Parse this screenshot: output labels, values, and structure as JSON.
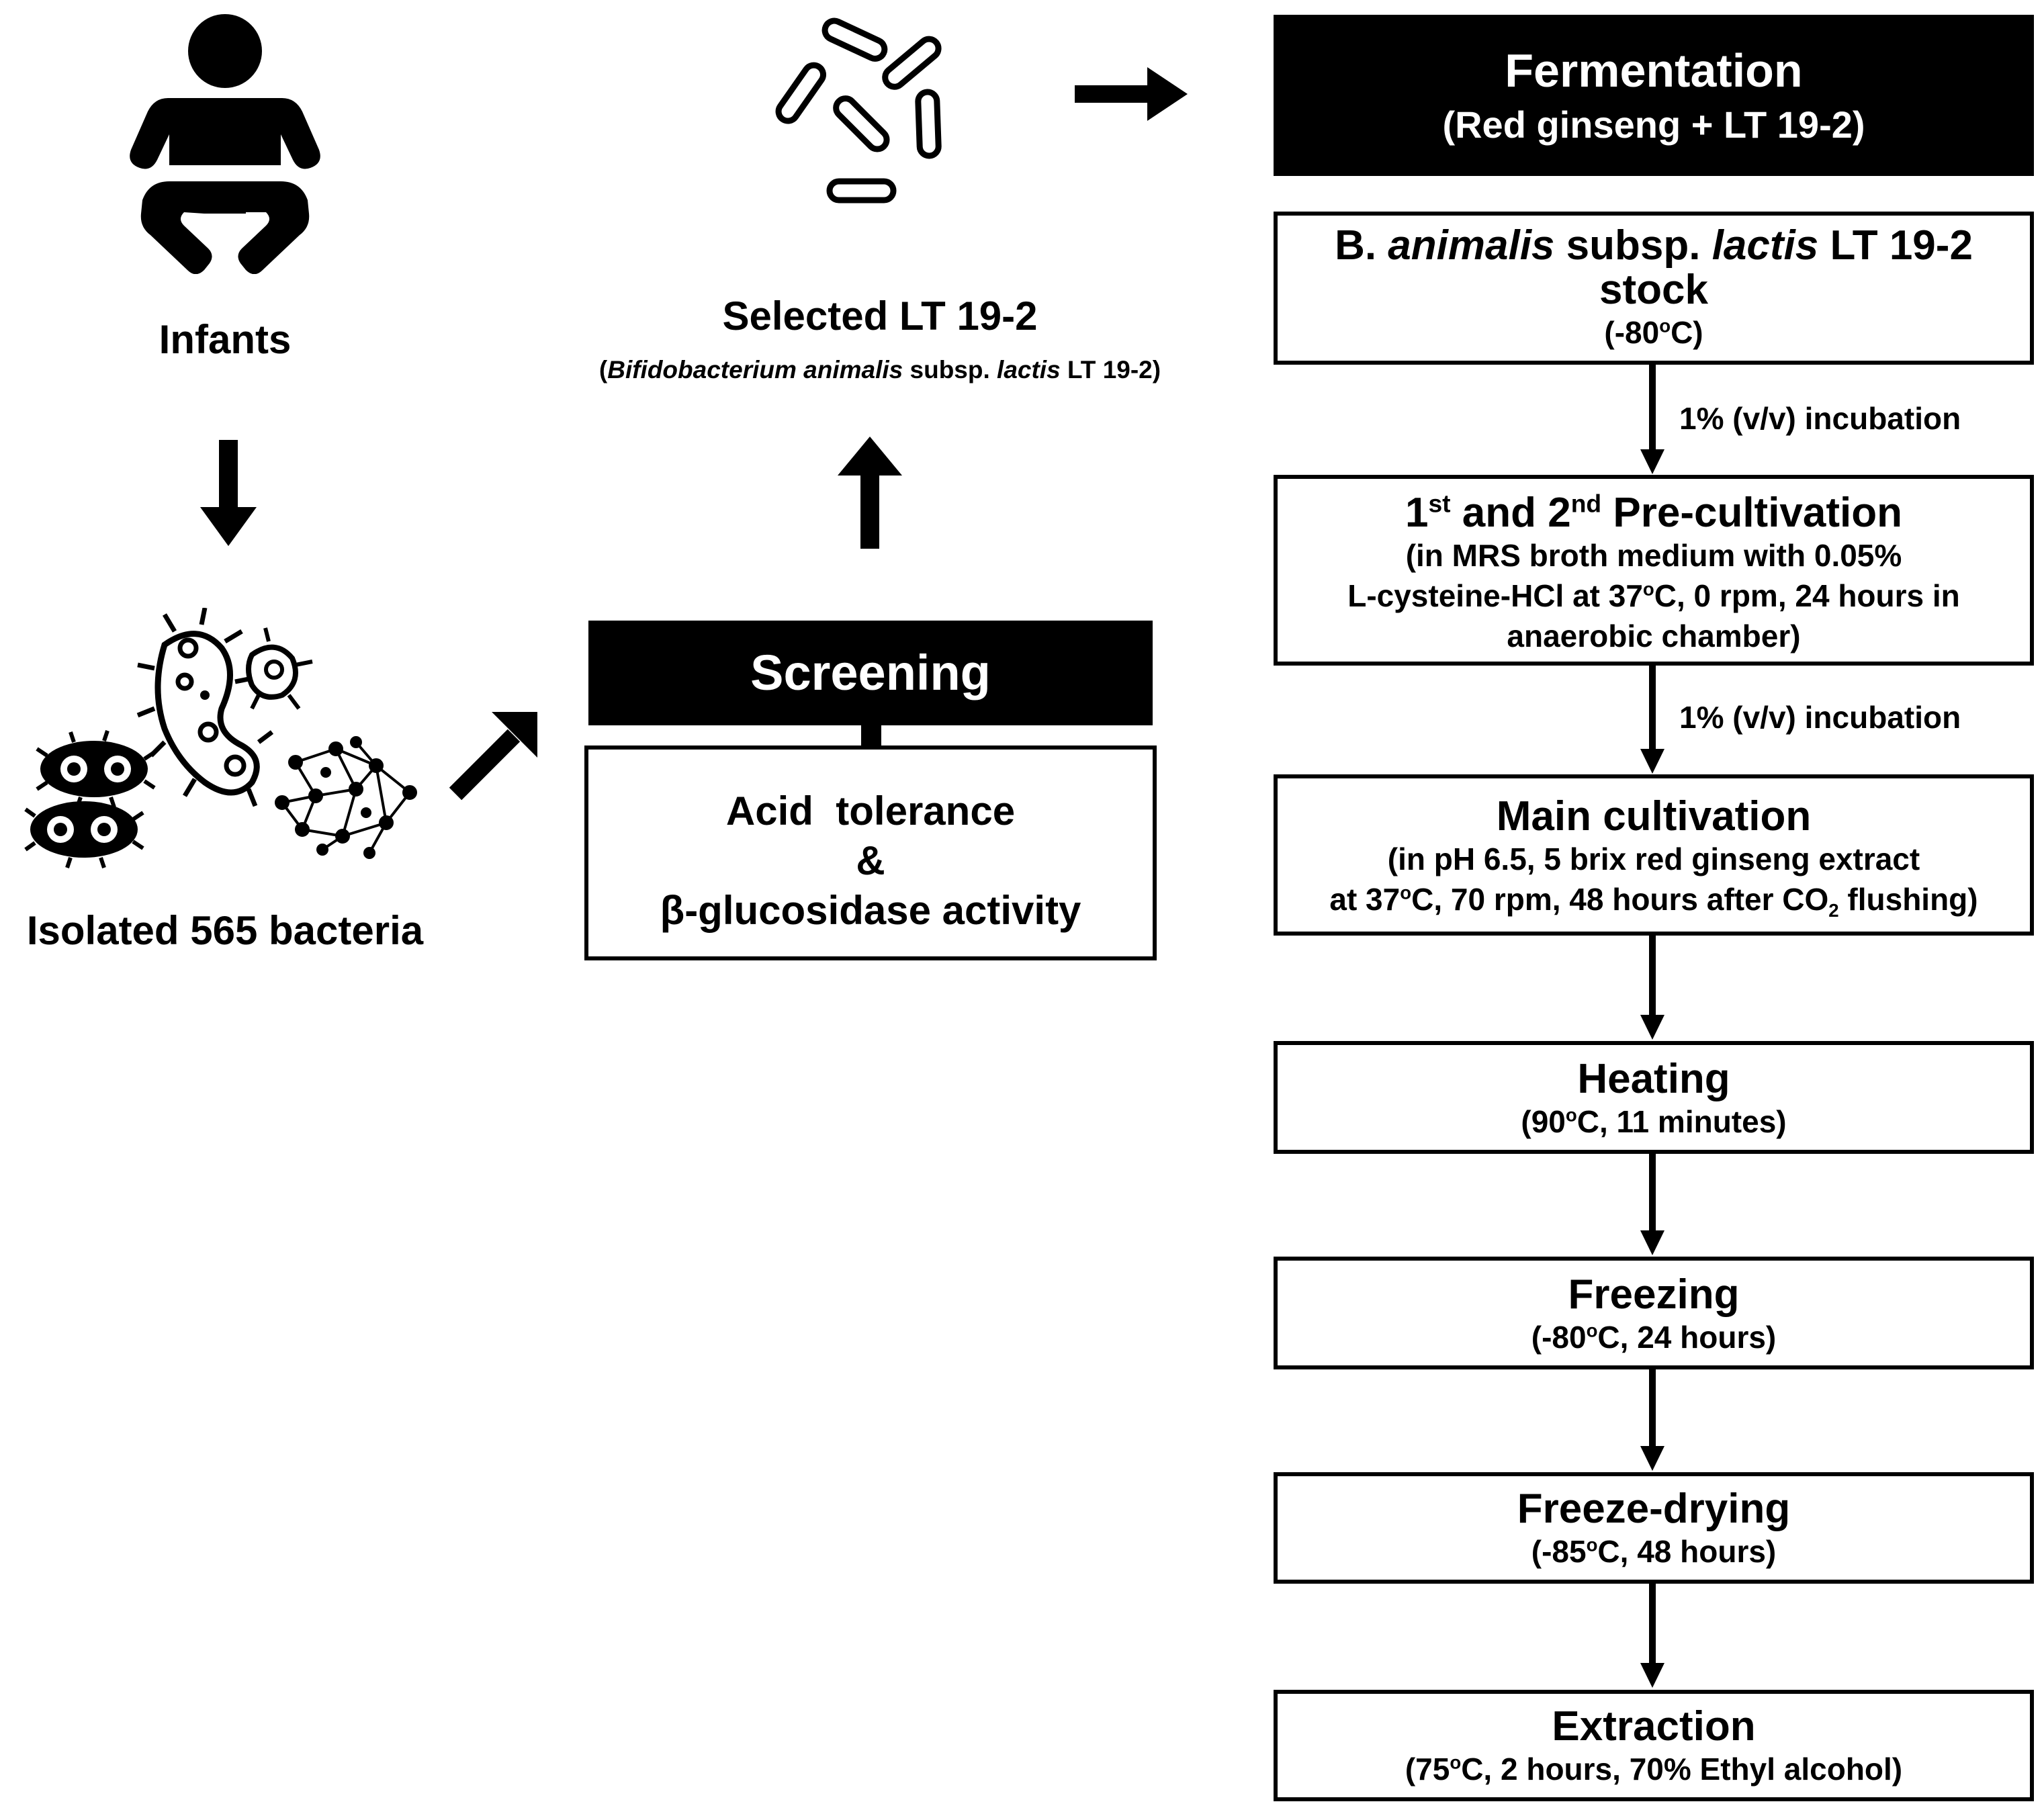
{
  "infants": {
    "label": "Infants",
    "icon": "infant-icon"
  },
  "bacteria": {
    "label": "Isolated 565 bacteria",
    "icon": "bacteria-cluster-icon"
  },
  "selected": {
    "title": "Selected LT 19-2",
    "sub_open": "(",
    "sub_genus": "Bifidobacterium animalis",
    "sub_mid": " subsp. ",
    "sub_species": "lactis",
    "sub_end": " LT 19-2)",
    "icon": "rod-bacteria-icon"
  },
  "screening": {
    "header": "Screening",
    "line1": "Acid  tolerance",
    "line2": "&",
    "line3": "β-glucosidase activity"
  },
  "fermentation": {
    "title": "Fermentation",
    "subtitle": "(Red ginseng + LT 19-2)"
  },
  "steps": {
    "stock": {
      "pre": "B. ",
      "genus": "animalis",
      "mid": " subsp. ",
      "species": "lactis",
      "post": " LT 19-2",
      "line2": "stock",
      "cond_a": "(-80",
      "cond_sup": "o",
      "cond_b": "C)"
    },
    "incubation1": "1% (v/v) incubation",
    "precult": {
      "a": "1",
      "a_sup": "st",
      "b": " and 2",
      "b_sup": "nd",
      "c": " Pre-cultivation",
      "line1": "(in MRS broth medium with 0.05%",
      "line2_a": "L-cysteine-HCl at 37",
      "line2_sup": "o",
      "line2_b": "C, 0 rpm, 24 hours in",
      "line3": "anaerobic chamber)"
    },
    "incubation2": "1% (v/v) incubation",
    "main": {
      "title": "Main cultivation",
      "line1": "(in pH 6.5, 5 brix red ginseng extract",
      "line2_a": "at 37",
      "line2_sup": "o",
      "line2_b": "C, 70 rpm, 48 hours after CO",
      "line2_sub": "2",
      "line2_c": " flushing)"
    },
    "heating": {
      "title": "Heating",
      "cond_a": "(90",
      "cond_sup": "o",
      "cond_b": "C, 11 minutes)"
    },
    "freezing": {
      "title": "Freezing",
      "cond_a": "(-80",
      "cond_sup": "o",
      "cond_b": "C, 24 hours)"
    },
    "freezedrying": {
      "title": "Freeze-drying",
      "cond_a": "(-85",
      "cond_sup": "o",
      "cond_b": "C, 48 hours)"
    },
    "extraction": {
      "title": "Extraction",
      "cond_a": "(75",
      "cond_sup": "o",
      "cond_b": "C, 2 hours, 70% Ethyl alcohol)"
    }
  }
}
